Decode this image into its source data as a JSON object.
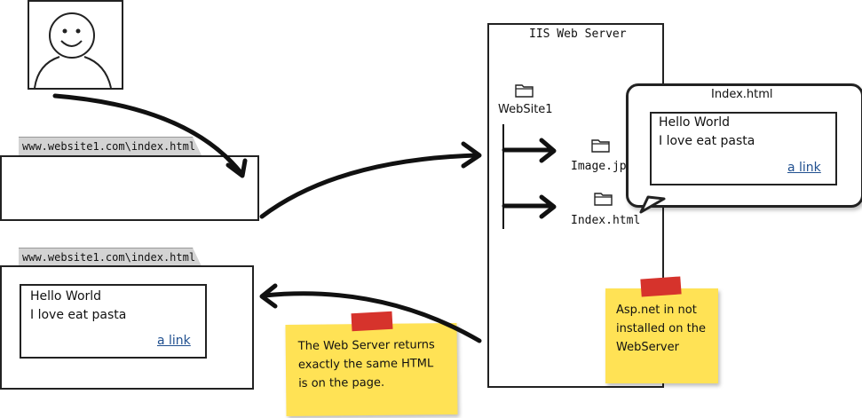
{
  "browser_top": {
    "url": "www.website1.com\\index.html"
  },
  "browser_bottom": {
    "url": "www.website1.com\\index.html",
    "heading": "Hello World",
    "body": "I love eat pasta",
    "link": "a link"
  },
  "server": {
    "title": "IIS Web Server",
    "folder": "WebSite1",
    "files": [
      "Image.jpg",
      "Index.html"
    ]
  },
  "callout": {
    "title": "Index.html",
    "heading": "Hello World",
    "body": "I love eat pasta",
    "link": "a link"
  },
  "note_left": {
    "text": "The Web Server returns exactly the same HTML is on the page."
  },
  "note_right": {
    "text": "Asp.net in not installed on the WebServer"
  },
  "icons": {
    "user": "user-face-icon",
    "folder": "folder-icon"
  },
  "colors": {
    "sticky": "#ffe255",
    "tape": "#d6332c",
    "tab": "#d3d3d3",
    "link": "#1f4f8f"
  }
}
